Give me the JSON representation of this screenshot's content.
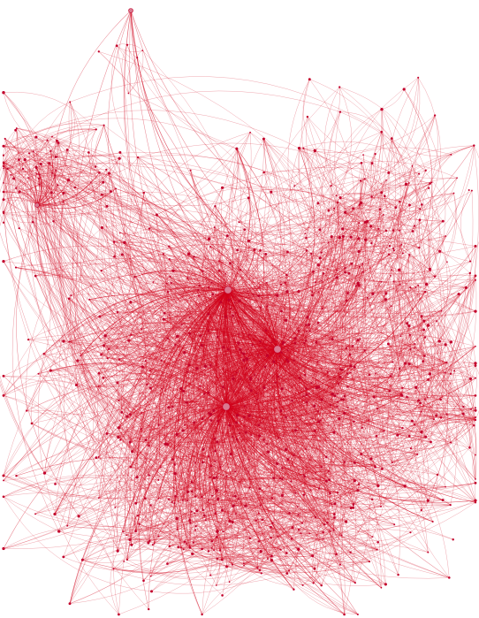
{
  "graph": {
    "layout": "force-directed",
    "edge_style": "curved",
    "labels_shown": false,
    "colors": {
      "background": "#ffffff",
      "edge": "#d0021b",
      "node": "#c2002b",
      "hub_node": "#d97a90"
    },
    "clusters": [
      {
        "id": "core",
        "density": "very-high",
        "hubs": 3
      },
      {
        "id": "left-upper",
        "density": "high",
        "hubs": 1
      },
      {
        "id": "top",
        "density": "low",
        "hubs": 1
      },
      {
        "id": "right-upper",
        "density": "medium",
        "hubs": 0
      },
      {
        "id": "right",
        "density": "medium",
        "hubs": 0
      },
      {
        "id": "bottom",
        "density": "medium",
        "hubs": 0
      }
    ]
  }
}
